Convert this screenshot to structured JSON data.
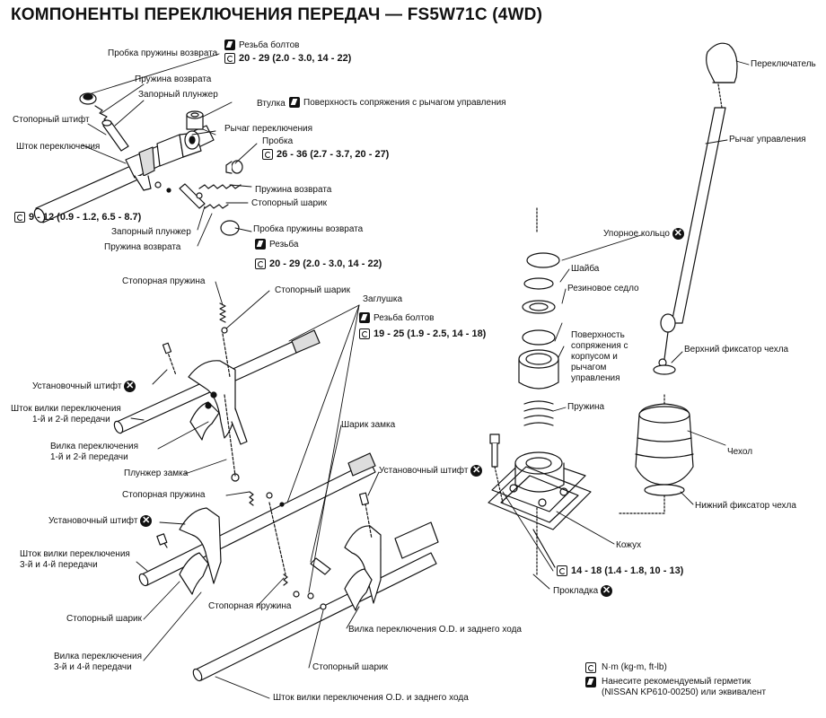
{
  "title": "КОМПОНЕНТЫ ПЕРЕКЛЮЧЕНИЯ ПЕРЕДАЧ — FS5W71C (4WD)",
  "labels": {
    "return_spring_plug_top": "Пробка пружины возврата",
    "bolt_thread_top": "Резьба болтов",
    "torque_top": "20 - 29 (2.0 - 3.0, 14 - 22)",
    "return_spring_top": "Пружина возврата",
    "check_plunger_top": "Запорный плунжер",
    "bushing": "Втулка",
    "lever_mating_surface": "Поверхность сопряжения с рычагом управления",
    "retaining_pin_top": "Стопорный штифт",
    "shift_rod": "Шток переключения",
    "shift_lever": "Рычаг переключения",
    "plug": "Пробка",
    "torque_plug": "26 - 36 (2.7 - 3.7, 20 - 27)",
    "return_spring_mid": "Пружина возврата",
    "check_ball_mid": "Стопорный шарик",
    "torque_rod": "9 - 12 (0.9 - 1.2, 6.5 - 8.7)",
    "check_plunger_low": "Запорный плунжер",
    "return_spring_low": "Пружина возврата",
    "return_spring_plug_low": "Пробка пружины возврата",
    "thread": "Резьба",
    "torque_plug_low": "20 - 29 (2.0 - 3.0, 14 - 22)",
    "check_spring_1": "Стопорная пружина",
    "check_ball_1": "Стопорный шарик",
    "plug_cap": "Заглушка",
    "bolt_thread_mid": "Резьба болтов",
    "torque_cap": "19 - 25 (1.9 - 2.5, 14 - 18)",
    "retaining_pin_1": "Установочный штифт",
    "fork_rod_12_a": "Шток вилки переключения",
    "fork_rod_12_b": "1-й и 2-й передачи",
    "fork_12_a": "Вилка переключения",
    "fork_12_b": "1-й и 2-й передачи",
    "interlock_plunger": "Плунжер замка",
    "check_spring_2": "Стопорная пружина",
    "retaining_pin_2": "Установочный штифт",
    "fork_rod_34_a": "Шток вилки переключения",
    "fork_rod_34_b": "3-й и 4-й передачи",
    "check_ball_2": "Стопорный шарик",
    "fork_34_a": "Вилка переключения",
    "fork_34_b": "3-й и 4-й передачи",
    "interlock_ball": "Шарик замка",
    "retaining_pin_3": "Установочный штифт",
    "check_spring_3": "Стопорная пружина",
    "fork_od": "Вилка переключения O.D. и заднего хода",
    "check_ball_3": "Стопорный шарик",
    "fork_rod_od": "Шток вилки переключения O.D. и заднего хода",
    "knob": "Переключатель",
    "control_lever": "Рычаг управления",
    "snap_ring": "Упорное кольцо",
    "washer": "Шайба",
    "rubber_seat": "Резиновое седло",
    "mating_surface_a": "Поверхность",
    "mating_surface_b": "сопряжения с",
    "mating_surface_c": "корпусом и",
    "mating_surface_d": "рычагом",
    "mating_surface_e": "управления",
    "spring": "Пружина",
    "upper_boot_retainer": "Верхний фиксатор чехла",
    "boot": "Чехол",
    "lower_boot_retainer": "Нижний фиксатор чехла",
    "housing": "Кожух",
    "torque_housing": "14 - 18 (1.4 - 1.8, 10 - 13)",
    "gasket": "Прокладка"
  },
  "legend": {
    "torque_units": "N·m (kg-m, ft-lb)",
    "sealant_a": "Нанесите рекомендуемый герметик",
    "sealant_b": "(NISSAN KP610-00250) или эквивалент"
  },
  "icons": {
    "torque": "torque-wrench-icon",
    "sealant": "sealant-icon",
    "replace": "replace-x-icon"
  },
  "replace_mark": "✕"
}
